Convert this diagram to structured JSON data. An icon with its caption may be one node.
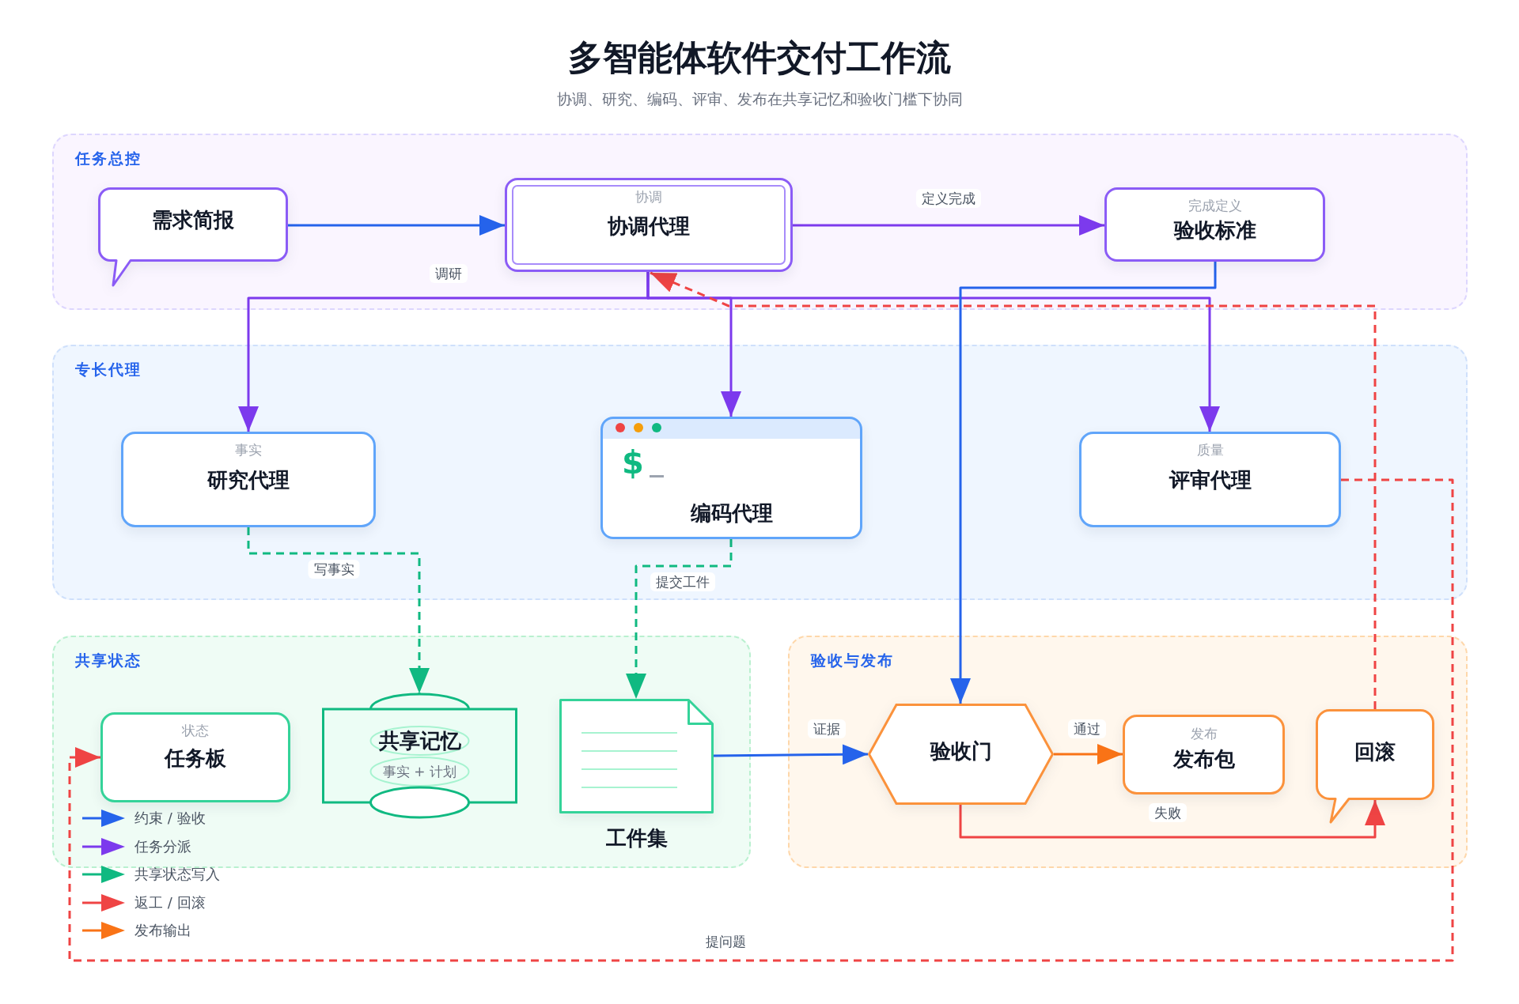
{
  "diagram": {
    "title": "多智能体软件交付工作流",
    "caption": "协调、研究、编码、评审、发布在共享记忆和验收门槛下协同",
    "nodes": [
      {
        "text": [
          "任务总控"
        ]
      },
      {
        "text": [
          "需求简报"
        ],
        "in": 0
      },
      {
        "text": [
          "协调",
          "协调代理"
        ],
        "in": 0
      },
      {
        "text": [
          "完成定义",
          "验收标准"
        ],
        "in": 0
      },
      {
        "text": [
          "专长代理"
        ]
      },
      {
        "text": [
          "事实",
          "研究代理"
        ],
        "in": 4
      },
      {
        "text": [
          "$",
          "编码代理"
        ],
        "in": 4
      },
      {
        "text": [
          "质量",
          "评审代理"
        ],
        "in": 4
      },
      {
        "text": [
          "共享状态"
        ]
      },
      {
        "text": [
          "状态",
          "任务板"
        ],
        "in": 8
      },
      {
        "text": [
          "共享记忆",
          "事实 + 计划"
        ],
        "in": 8
      },
      {
        "text": [
          "工件集"
        ],
        "in": 8
      },
      {
        "text": [
          "验收与发布"
        ]
      },
      {
        "text": [
          "验收门"
        ],
        "in": 12
      },
      {
        "text": [
          "发布",
          "发布包"
        ],
        "in": 12
      },
      {
        "text": [
          "回滚"
        ],
        "in": 12
      }
    ],
    "edges": [
      {
        "from": 1,
        "to": 2,
        "arrow": "to",
        "color": "#2563eb"
      },
      {
        "from": 2,
        "to": 3,
        "arrow": "to",
        "label": "定义完成"
      },
      {
        "from": 2,
        "to": 5,
        "arrow": "to",
        "label": "调研"
      },
      {
        "from": 2,
        "to": 6,
        "arrow": "to"
      },
      {
        "from": 2,
        "to": 7,
        "arrow": "to"
      },
      {
        "from": 3,
        "to": 13,
        "arrow": "to",
        "color": "#2563eb"
      },
      {
        "from": 5,
        "to": 10,
        "arrow": "to",
        "label": "写事实",
        "style": "dashed",
        "color": "#10b981"
      },
      {
        "from": 6,
        "to": 11,
        "arrow": "to",
        "label": "提交工件",
        "style": "dashed",
        "color": "#10b981"
      },
      {
        "from": 11,
        "to": 13,
        "arrow": "to",
        "label": "证据",
        "color": "#2563eb"
      },
      {
        "from": 13,
        "to": 14,
        "arrow": "to",
        "label": "通过",
        "color": "#f97316"
      },
      {
        "from": 13,
        "to": 15,
        "arrow": "to",
        "label": "失败",
        "color": "#ef4444"
      },
      {
        "from": 7,
        "to": 9,
        "arrow": "to",
        "label": "提问题",
        "style": "dashed",
        "color": "#ef4444"
      },
      {
        "from": 15,
        "to": 2,
        "arrow": "to",
        "style": "dashed",
        "color": "#ef4444"
      }
    ],
    "legend": [
      {
        "text": "约束 / 验收"
      },
      {
        "text": "任务分派"
      },
      {
        "text": "共享状态写入"
      },
      {
        "text": "返工 / 回滚"
      },
      {
        "text": "发布输出"
      }
    ]
  }
}
